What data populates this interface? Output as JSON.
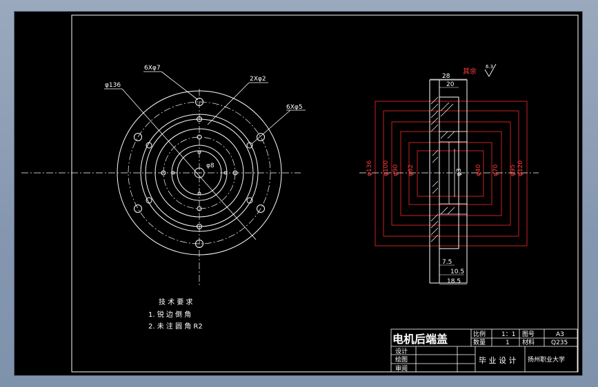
{
  "drawing": {
    "front_view": {
      "callouts": {
        "holes_6x7": "6Xφ7",
        "holes_2x2": "2Xφ2",
        "holes_6x5": "6Xφ5",
        "outer_dia": "φ136",
        "center_dia": "φ8"
      }
    },
    "section_view": {
      "dims": {
        "top_28": "28",
        "top_20": "20",
        "bottom_75": "7.5",
        "bottom_105": "10.5",
        "bottom_185": "18.5",
        "center_3": "φ3"
      },
      "roughness": {
        "label": "其余",
        "value": "6.3"
      }
    },
    "notes": {
      "title": "技 术 要 求",
      "line1": "1. 锐 边 倒 角",
      "line2": "2. 未 注 圆 角 R2"
    },
    "title_block": {
      "part_name": "电机后端盖",
      "scale_label": "比例",
      "scale_value": "1：1",
      "drawing_no_label": "图号",
      "drawing_no_value": "A3",
      "quantity_label": "数量",
      "quantity_value": "1",
      "material_label": "材料",
      "material_value": "Q235",
      "designer_label": "设计",
      "drafter_label": "绘图",
      "reviewer_label": "审阅",
      "project": "毕 业 设 计",
      "school": "扬州职业大学"
    }
  }
}
